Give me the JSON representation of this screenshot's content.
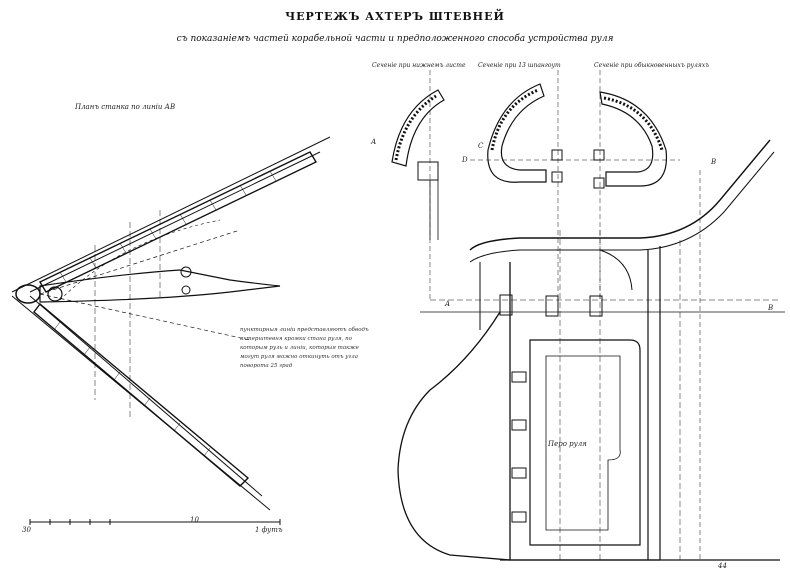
{
  "sheet": {
    "title": "ЧЕРТЕЖЪ АХТЕРЪ ШТЕВНЕЙ",
    "subtitle": "съ показаніемъ частей корабельной части и предположенного способа устройства руля"
  },
  "plan_view": {
    "label": "Планъ станка по линіи АВ",
    "legend": "пунктирныя линіи представляютъ обводъ ахтерштевня кромки стана руля, по которым руль и линіи, которыя также могут руля можно откинуть отъ угла поворота 25 град",
    "scale_left": "30",
    "scale_mid": "10",
    "scale_right": "1 футъ"
  },
  "sections": {
    "s1": "Сеченіе при нижнемъ листе",
    "s2": "Сеченіе при 13 шпангоут",
    "s3": "Сеченіе при обыкновенныхъ руляхъ"
  },
  "side_view": {
    "rudder_label": "Перо руля",
    "letters": [
      "А",
      "В",
      "С",
      "D",
      "A",
      "B"
    ],
    "bottom_mark": "44"
  },
  "colors": {
    "ink": "#111111",
    "paper": "#ffffff"
  }
}
